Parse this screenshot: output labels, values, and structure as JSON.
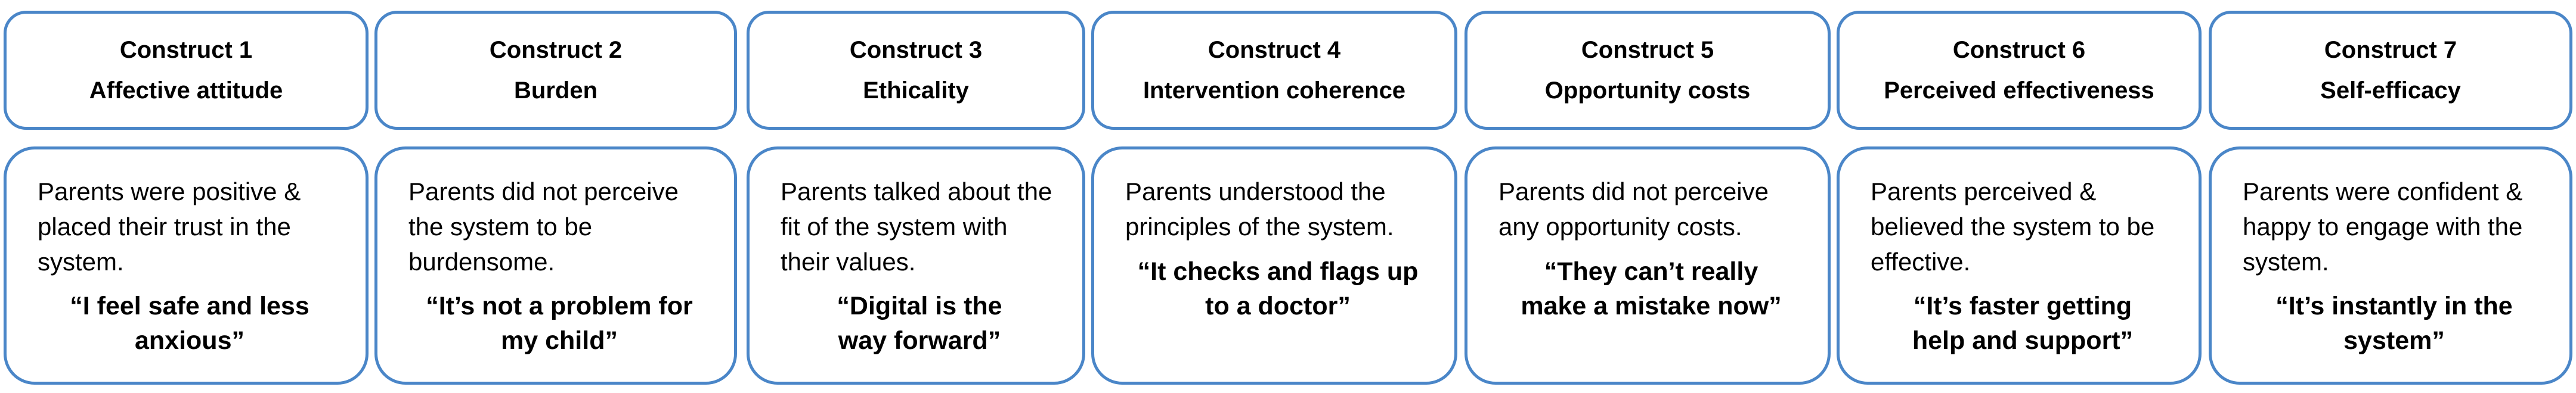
{
  "constructs": [
    {
      "number": "Construct 1",
      "name": "Affective attitude",
      "description": "Parents were positive & placed their trust in the system.",
      "quote_line1": "“I feel safe and less",
      "quote_line2": "anxious”"
    },
    {
      "number": "Construct 2",
      "name": "Burden",
      "description": "Parents did not perceive the system to be burdensome.",
      "quote_line1": "“It’s not a problem for",
      "quote_line2": "my child”"
    },
    {
      "number": "Construct 3",
      "name": "Ethicality",
      "description": "Parents talked about the fit of the system with their values.",
      "quote_line1": "“Digital is the",
      "quote_line2": "way forward”"
    },
    {
      "number": "Construct 4",
      "name": "Intervention coherence",
      "description": "Parents understood the principles of the system.",
      "quote_line1": "“It checks and flags up",
      "quote_line2": "to a doctor”"
    },
    {
      "number": "Construct 5",
      "name": "Opportunity costs",
      "description": "Parents did not perceive any opportunity costs.",
      "quote_line1": "“They can’t really",
      "quote_line2": "make a mistake now”"
    },
    {
      "number": "Construct 6",
      "name": "Perceived effectiveness",
      "description": "Parents perceived & believed the system to be effective.",
      "quote_line1": "“It’s faster getting",
      "quote_line2": "help and support”"
    },
    {
      "number": "Construct 7",
      "name": "Self-efficacy",
      "description": "Parents were confident & happy to engage with the system.",
      "quote_line1": "“It’s instantly in the",
      "quote_line2": "system”"
    }
  ],
  "colors": {
    "border": "#4a86c8",
    "text": "#000000",
    "background": "#ffffff"
  }
}
